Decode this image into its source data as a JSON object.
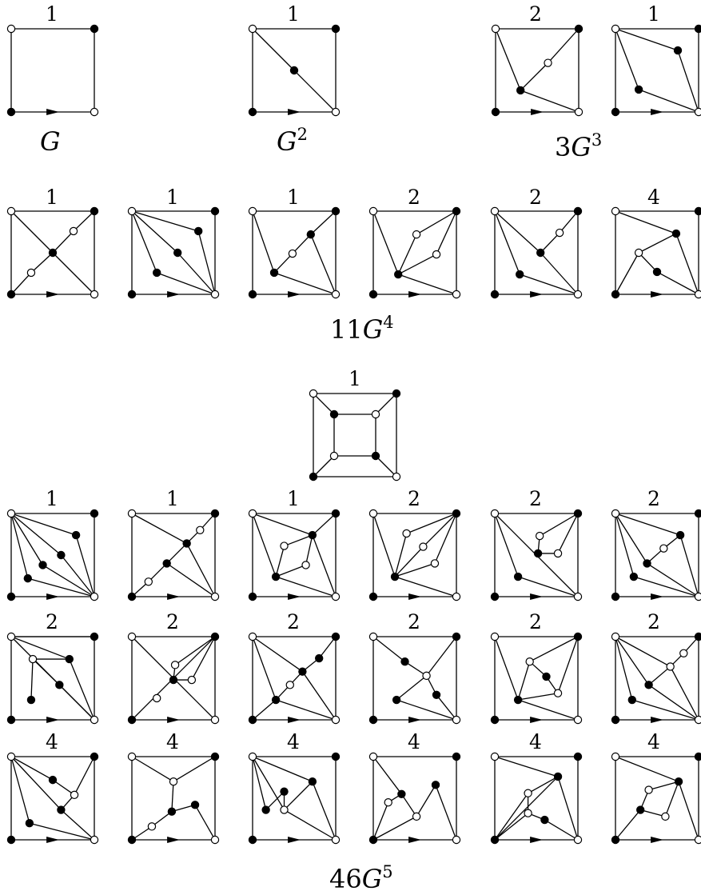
{
  "groups": [
    {
      "label_coeff": "",
      "label_base": "G",
      "label_exp": "",
      "count_labels": [
        "1"
      ]
    },
    {
      "label_coeff": "",
      "label_base": "G",
      "label_exp": "2",
      "count_labels": [
        "1"
      ]
    },
    {
      "label_coeff": "3",
      "label_base": "G",
      "label_exp": "3",
      "count_labels": [
        "2",
        "1"
      ]
    },
    {
      "label_coeff": "11",
      "label_base": "G",
      "label_exp": "4",
      "count_labels": [
        "1",
        "1",
        "1",
        "2",
        "2",
        "4"
      ]
    },
    {
      "label_coeff": "46",
      "label_base": "G",
      "label_exp": "5",
      "count_labels": [
        "1",
        "1",
        "1",
        "1",
        "2",
        "2",
        "2",
        "2",
        "2",
        "2",
        "2",
        "2",
        "2",
        "4",
        "4",
        "4",
        "4",
        "4",
        "4"
      ]
    }
  ]
}
